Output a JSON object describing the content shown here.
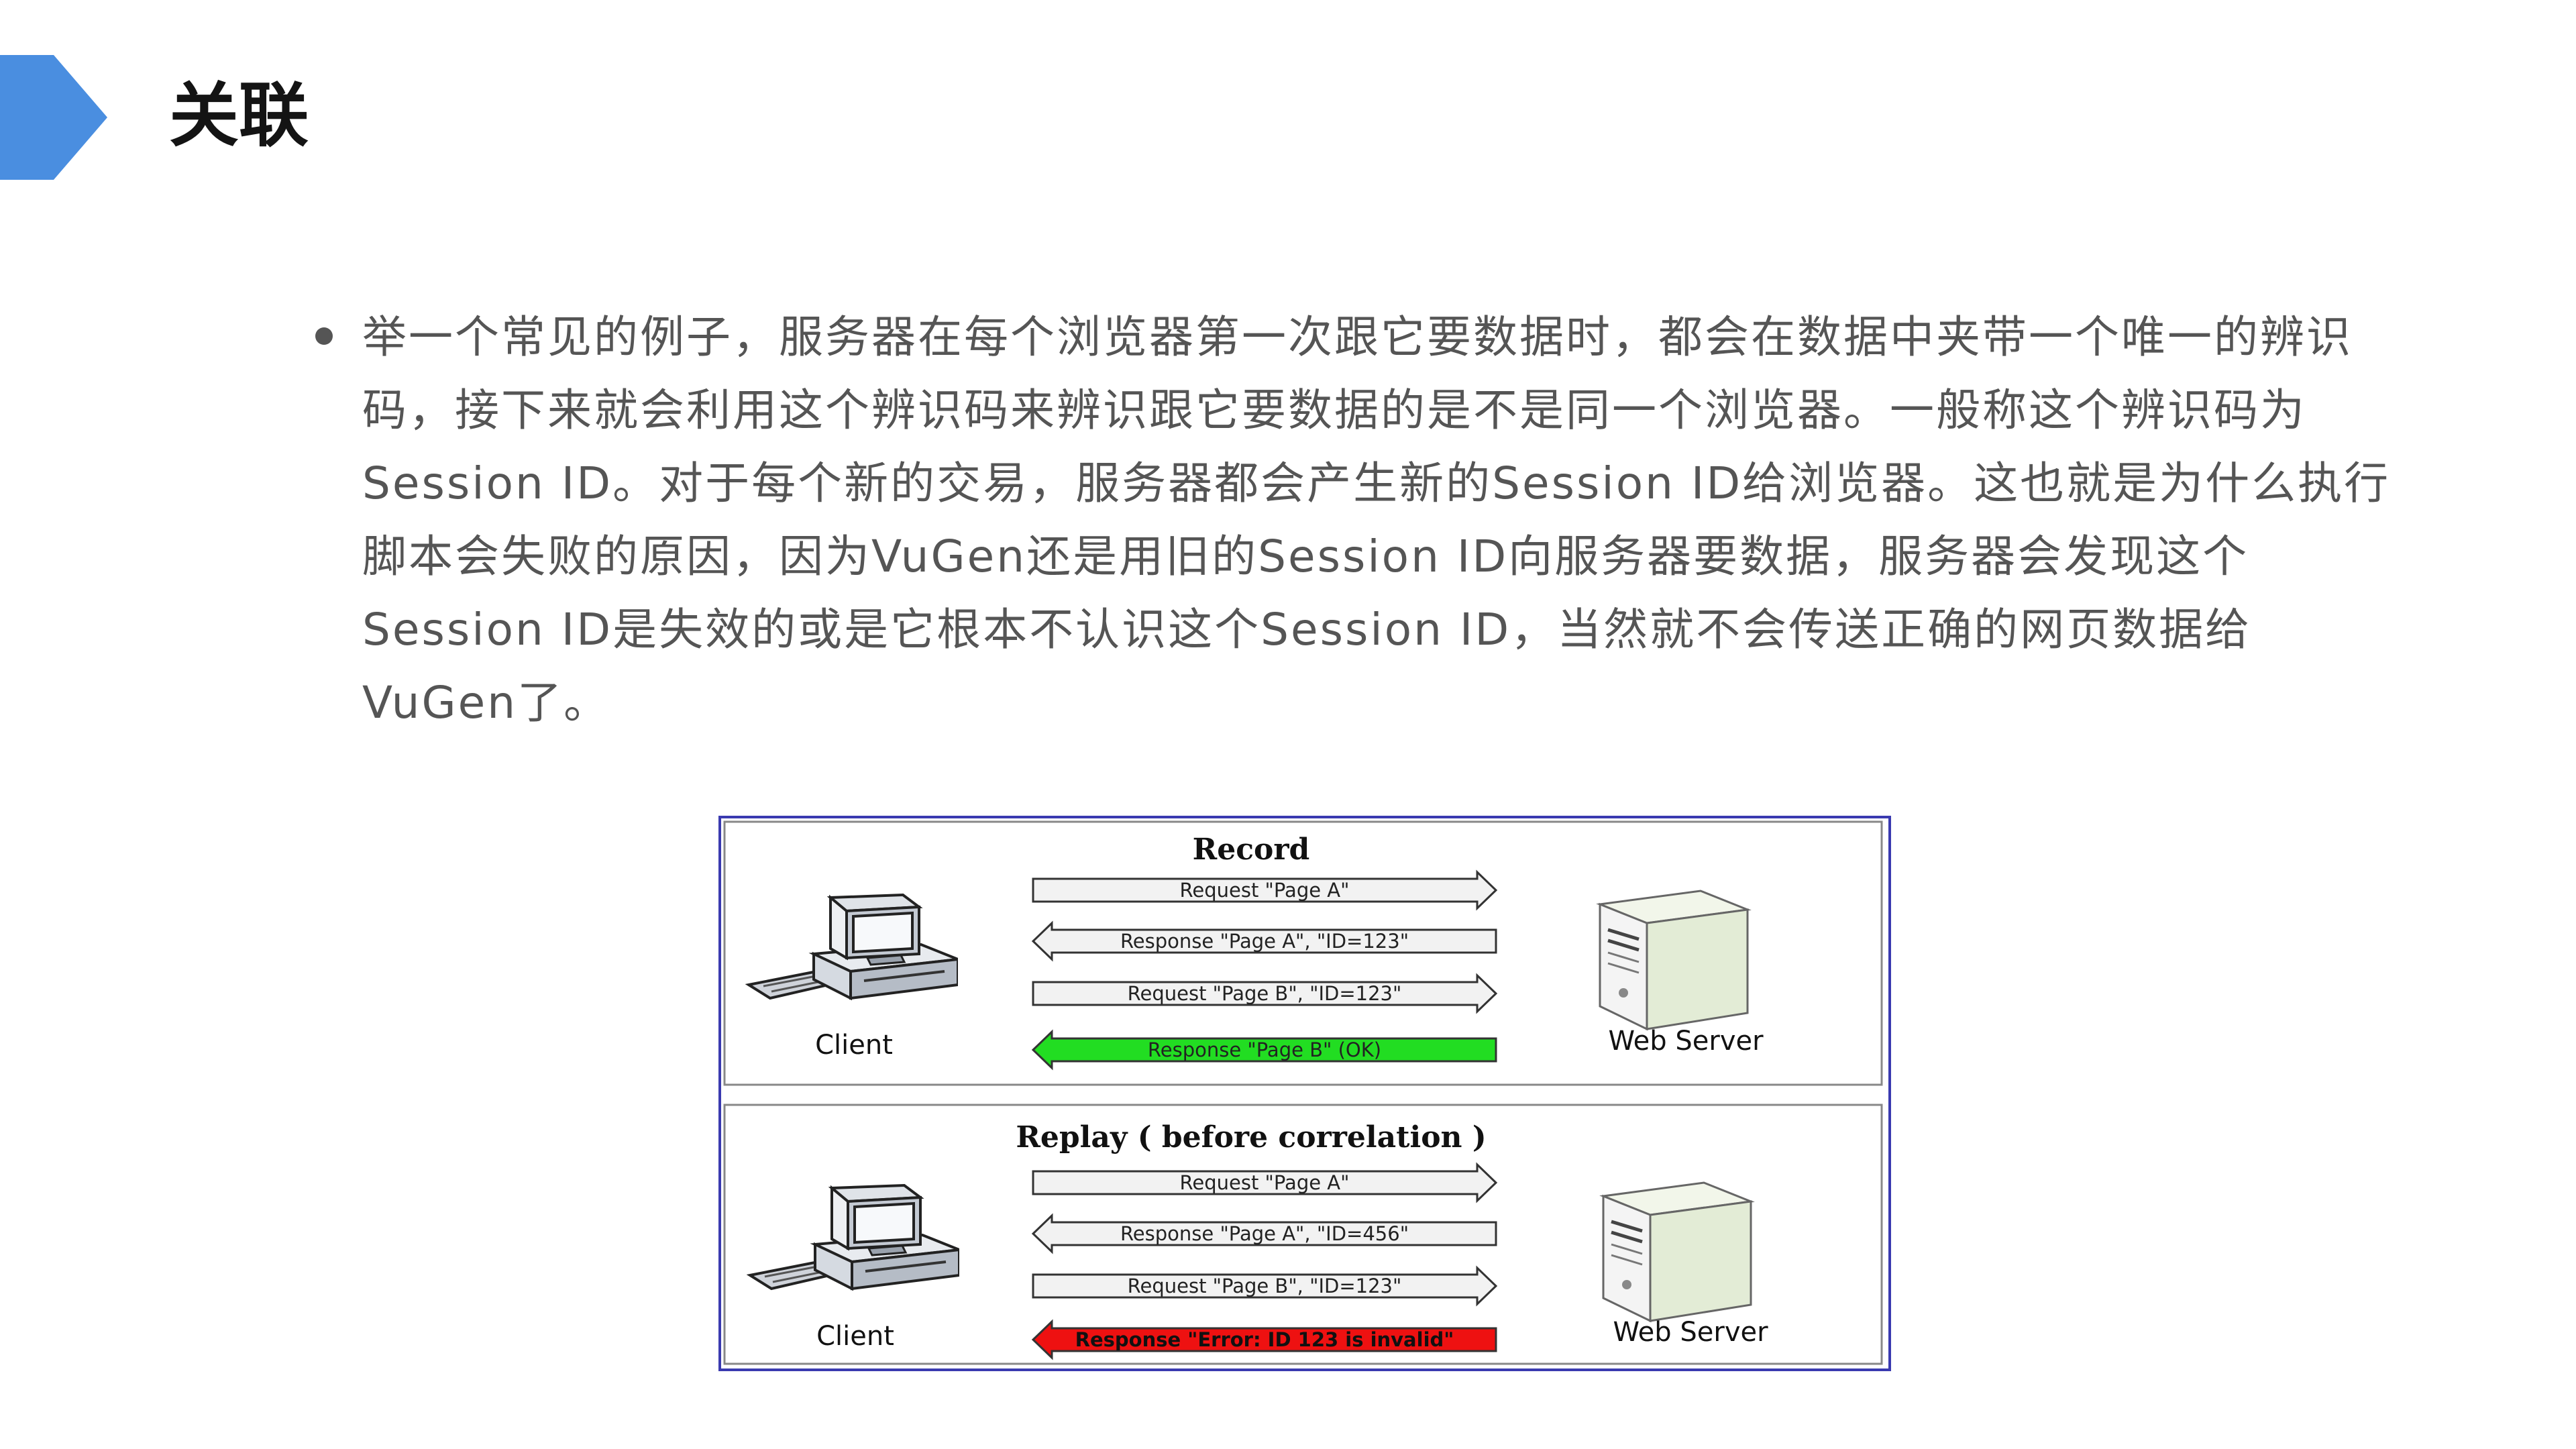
{
  "title": "关联",
  "bullet": {
    "lines": [
      "举一个常见的例子，服务器在每个浏览器第一次跟它要数据时，都会在数据中夹带一个唯一的辨识",
      "码，接下来就会利用这个辨识码来辨识跟它要数据的是不是同一个浏览器。一般称这个辨识码为",
      "Session ID。对于每个新的交易，服务器都会产生新的Session ID给浏览器。这也就是为什么执行",
      "脚本会失败的原因，因为VuGen还是用旧的Session ID向服务器要数据，服务器会发现这个",
      "Session ID是失效的或是它根本不认识这个Session ID，当然就不会传送正确的网页数据给",
      "VuGen了。"
    ]
  },
  "diagram": {
    "record": {
      "title": "Record",
      "client_label": "Client",
      "server_label": "Web Server",
      "messages": [
        {
          "text": "Request \"Page A\"",
          "direction": "right",
          "color": "#f2f2f2"
        },
        {
          "text": "Response \"Page A\", \"ID=123\"",
          "direction": "left",
          "color": "#f2f2f2"
        },
        {
          "text": "Request \"Page B\", \"ID=123\"",
          "direction": "right",
          "color": "#f2f2f2"
        },
        {
          "text": "Response \"Page B\" (OK)",
          "direction": "left",
          "color": "#22dd22"
        }
      ]
    },
    "replay": {
      "title": "Replay ( before correlation )",
      "client_label": "Client",
      "server_label": "Web Server",
      "messages": [
        {
          "text": "Request \"Page A\"",
          "direction": "right",
          "color": "#f2f2f2"
        },
        {
          "text": "Response \"Page A\", \"ID=456\"",
          "direction": "left",
          "color": "#f2f2f2"
        },
        {
          "text": "Request \"Page B\", \"ID=123\"",
          "direction": "right",
          "color": "#f2f2f2"
        },
        {
          "text": "Response \"Error: ID 123 is invalid\"",
          "direction": "left",
          "color": "#ee1111"
        }
      ]
    }
  },
  "colors": {
    "accent": "#4a8ee0",
    "text": "#555555",
    "title": "#141414",
    "frame": "#3a3ab0"
  },
  "icons": {
    "client": "desktop-computer-icon",
    "server": "server-tower-icon"
  }
}
